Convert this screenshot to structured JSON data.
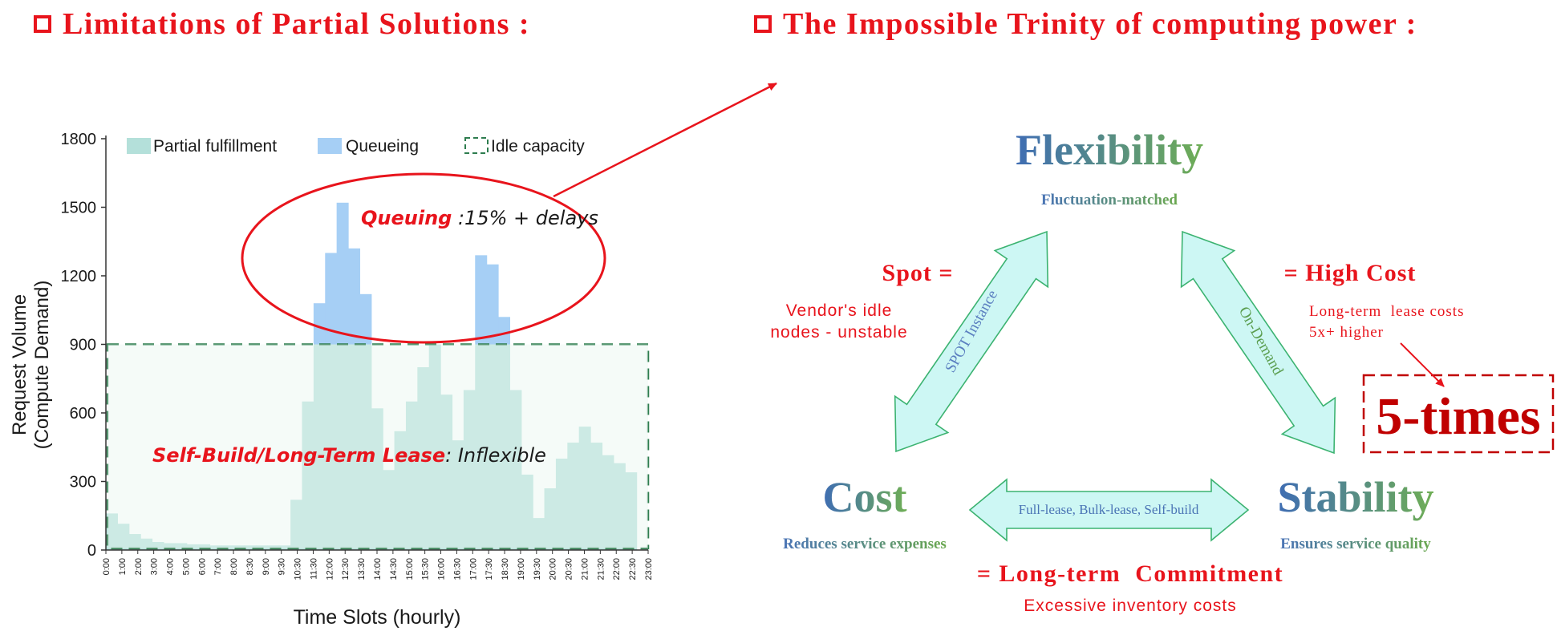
{
  "titles": {
    "left": "Limitations of Partial Solutions :",
    "right": "The Impossible Trinity of computing power :"
  },
  "chart_data": {
    "type": "bar",
    "xlabel": "Time Slots (hourly)",
    "ylabel": [
      "Request Volume",
      "(Compute Demand)"
    ],
    "ylim": [
      0,
      1800
    ],
    "yticks": [
      0,
      300,
      600,
      900,
      1200,
      1500,
      1800
    ],
    "categories": [
      "0:00",
      "0:30",
      "1:00",
      "1:30",
      "2:00",
      "2:30",
      "3:00",
      "3:30",
      "4:00",
      "4:30",
      "5:00",
      "5:30",
      "6:00",
      "6:30",
      "7:00",
      "7:30",
      "8:00",
      "8:30",
      "9:00",
      "9:30",
      "10:00",
      "10:30",
      "11:00",
      "11:30",
      "12:00",
      "12:30",
      "13:00",
      "13:30",
      "14:00",
      "14:30",
      "15:00",
      "15:30",
      "16:00",
      "16:30",
      "17:00",
      "17:30",
      "18:00",
      "18:30",
      "19:00",
      "19:30",
      "20:00",
      "20:30",
      "21:00",
      "21:30",
      "22:00",
      "22:30",
      "23:00"
    ],
    "xtick_labels": [
      "0:00",
      "1:00",
      "2:00",
      "3:00",
      "4:00",
      "5:00",
      "6:00",
      "7:00",
      "8:00",
      "8:30",
      "9:00",
      "9:30",
      "10:30",
      "11:30",
      "12:00",
      "12:30",
      "13:30",
      "14:00",
      "14:30",
      "15:00",
      "15:30",
      "16:00",
      "16:30",
      "17:00",
      "17:30",
      "18:30",
      "19:00",
      "19:30",
      "20:00",
      "20:30",
      "21:00",
      "21:30",
      "22:00",
      "22:30",
      "23:00"
    ],
    "capacity": 900,
    "series": [
      {
        "name": "Partial fulfillment",
        "color": "#b4e0da",
        "values": [
          160,
          115,
          70,
          50,
          35,
          30,
          30,
          25,
          25,
          20,
          20,
          20,
          20,
          20,
          20,
          20,
          220,
          650,
          1080,
          1300,
          1520,
          1320,
          1120,
          620,
          350,
          520,
          650,
          800,
          900,
          680,
          480,
          700,
          1290,
          1250,
          1020,
          700,
          330,
          140,
          270,
          400,
          470,
          540,
          470,
          415,
          380,
          340,
          0
        ]
      },
      {
        "name": "Queueing",
        "color": "#a6cff5",
        "values": [
          0,
          0,
          0,
          0,
          0,
          0,
          0,
          0,
          0,
          0,
          0,
          0,
          0,
          0,
          0,
          0,
          0,
          0,
          180,
          400,
          620,
          420,
          220,
          0,
          0,
          0,
          0,
          0,
          0,
          0,
          0,
          0,
          390,
          350,
          120,
          0,
          0,
          0,
          0,
          0,
          0,
          0,
          0,
          0,
          0,
          0,
          0
        ]
      },
      {
        "name": "Idle capacity",
        "color": "#2e7d4f"
      }
    ],
    "annotations": {
      "queue_red": "Queuing",
      "queue_rest": " :15% + delays",
      "lease_red": "Self-Build/Long-Term Lease",
      "lease_rest": ": Inflexible"
    }
  },
  "trinity": {
    "vertices": {
      "flexibility": {
        "title": "Flexibility",
        "subtitle": "Fluctuation-matched"
      },
      "cost": {
        "title": "Cost",
        "subtitle": "Reduces service expenses"
      },
      "stability": {
        "title": "Stability",
        "subtitle": "Ensures service quality"
      }
    },
    "edges": {
      "left": {
        "arrow_label": "SPOT Instance",
        "heading": "Spot =",
        "desc": [
          "Vendor's idle",
          "nodes - unstable"
        ]
      },
      "right": {
        "arrow_label": "On-Demand",
        "heading": "= High Cost",
        "desc": [
          "Long-term  lease costs",
          "5x+ higher"
        ]
      },
      "bottom": {
        "arrow_label": "Full-lease,  Bulk-lease,  Self-build",
        "heading": "= Long-term  Commitment",
        "desc": "Excessive inventory costs"
      }
    },
    "callout": "5-times",
    "colors": {
      "accent": "#e8141c",
      "dark_red": "#c00000",
      "arrow_fill": "#cdf7f4",
      "arrow_stroke": "#3cb371",
      "blue": "#3d6fae",
      "green": "#6aa84f"
    }
  }
}
